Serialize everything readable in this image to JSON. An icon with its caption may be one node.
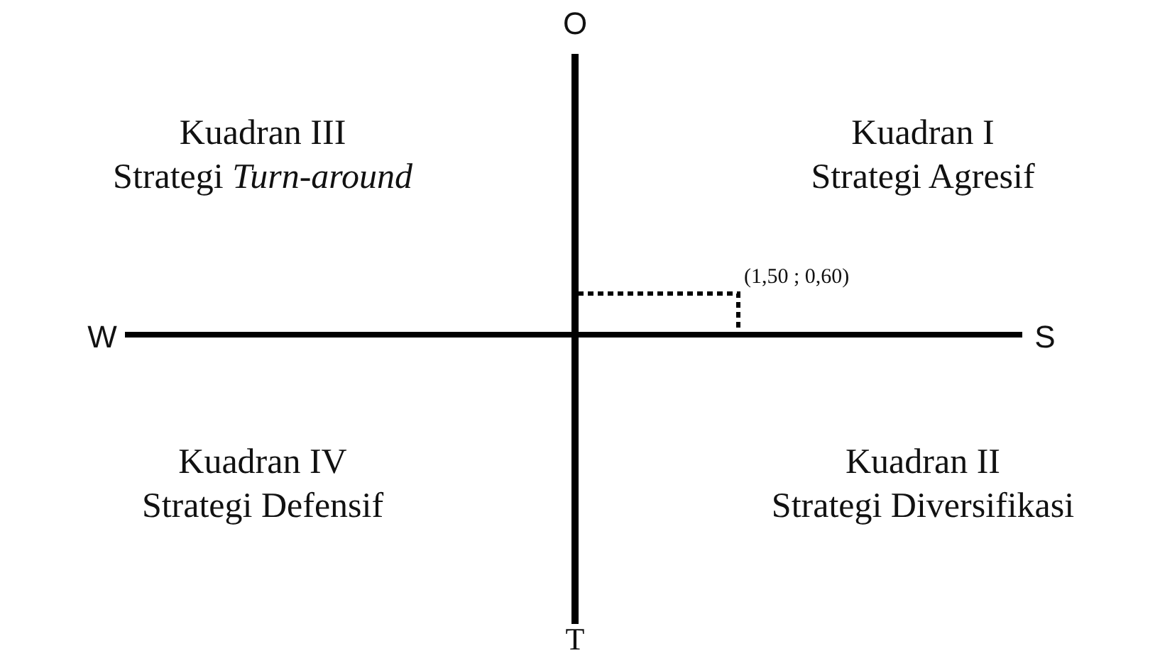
{
  "diagram": {
    "labels": [
      "O",
      "Kuadran III",
      "Strategi *Turn-around*",
      "Kuadran I",
      "Strategi Agresif",
      "(1,50 ; 0,60)",
      "W",
      "S",
      "Kuadran IV",
      "Strategi Defensif",
      "Kuadran II",
      "Strategi Diversifikasi",
      "T"
    ]
  }
}
